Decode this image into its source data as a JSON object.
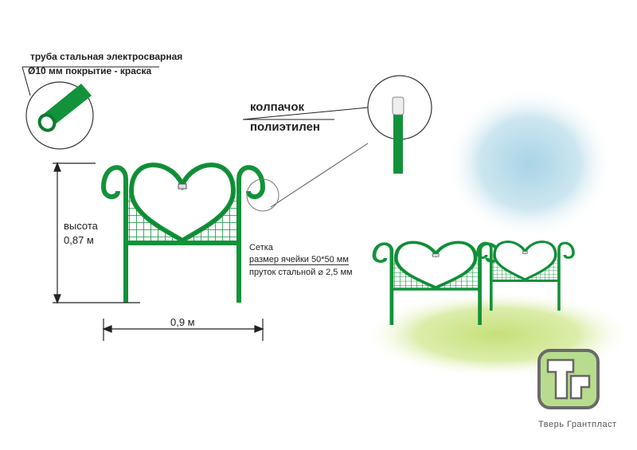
{
  "pipe_label": {
    "line1": "труба стальная электросварная",
    "line2": "Ø10 мм покрытие - краска"
  },
  "cap_label": {
    "line1": "колпачок",
    "line2": "полиэтилен"
  },
  "height_label": {
    "line1": "высота",
    "line2": "0,87 м"
  },
  "width_label": "0,9 м",
  "mesh_label": {
    "line1": "Сетка",
    "line2": "размер ячейки 50*50 мм",
    "line3": "пруток стальной  ⌀ 2,5 мм"
  },
  "brand": {
    "name": "Тверь Грантпласт",
    "logo_letters": "ТГ"
  },
  "colors": {
    "fence": "#12923a",
    "logo": "#b8dc8e",
    "sky": "#a8d4e6",
    "grass": "#cfe58c"
  }
}
